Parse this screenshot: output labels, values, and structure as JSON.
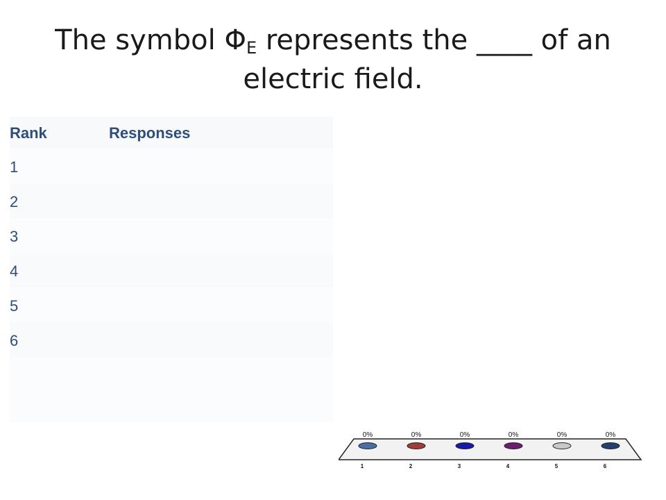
{
  "title": {
    "prefix": "The symbol Φ",
    "subscript": "E",
    "suffix": " represents the ____ of an electric field."
  },
  "table": {
    "headers": {
      "rank": "Rank",
      "responses": "Responses"
    },
    "ranks": [
      "1",
      "2",
      "3",
      "4",
      "5",
      "6"
    ]
  },
  "chart_data": {
    "type": "bar",
    "categories": [
      "1",
      "2",
      "3",
      "4",
      "5",
      "6"
    ],
    "values": [
      0,
      0,
      0,
      0,
      0,
      0
    ],
    "value_labels": [
      "0%",
      "0%",
      "0%",
      "0%",
      "0%",
      "0%"
    ],
    "colors": [
      "#4a6fa5",
      "#a33a3a",
      "#1a1aa8",
      "#6b1f6b",
      "#c8c8c8",
      "#23406e"
    ]
  }
}
